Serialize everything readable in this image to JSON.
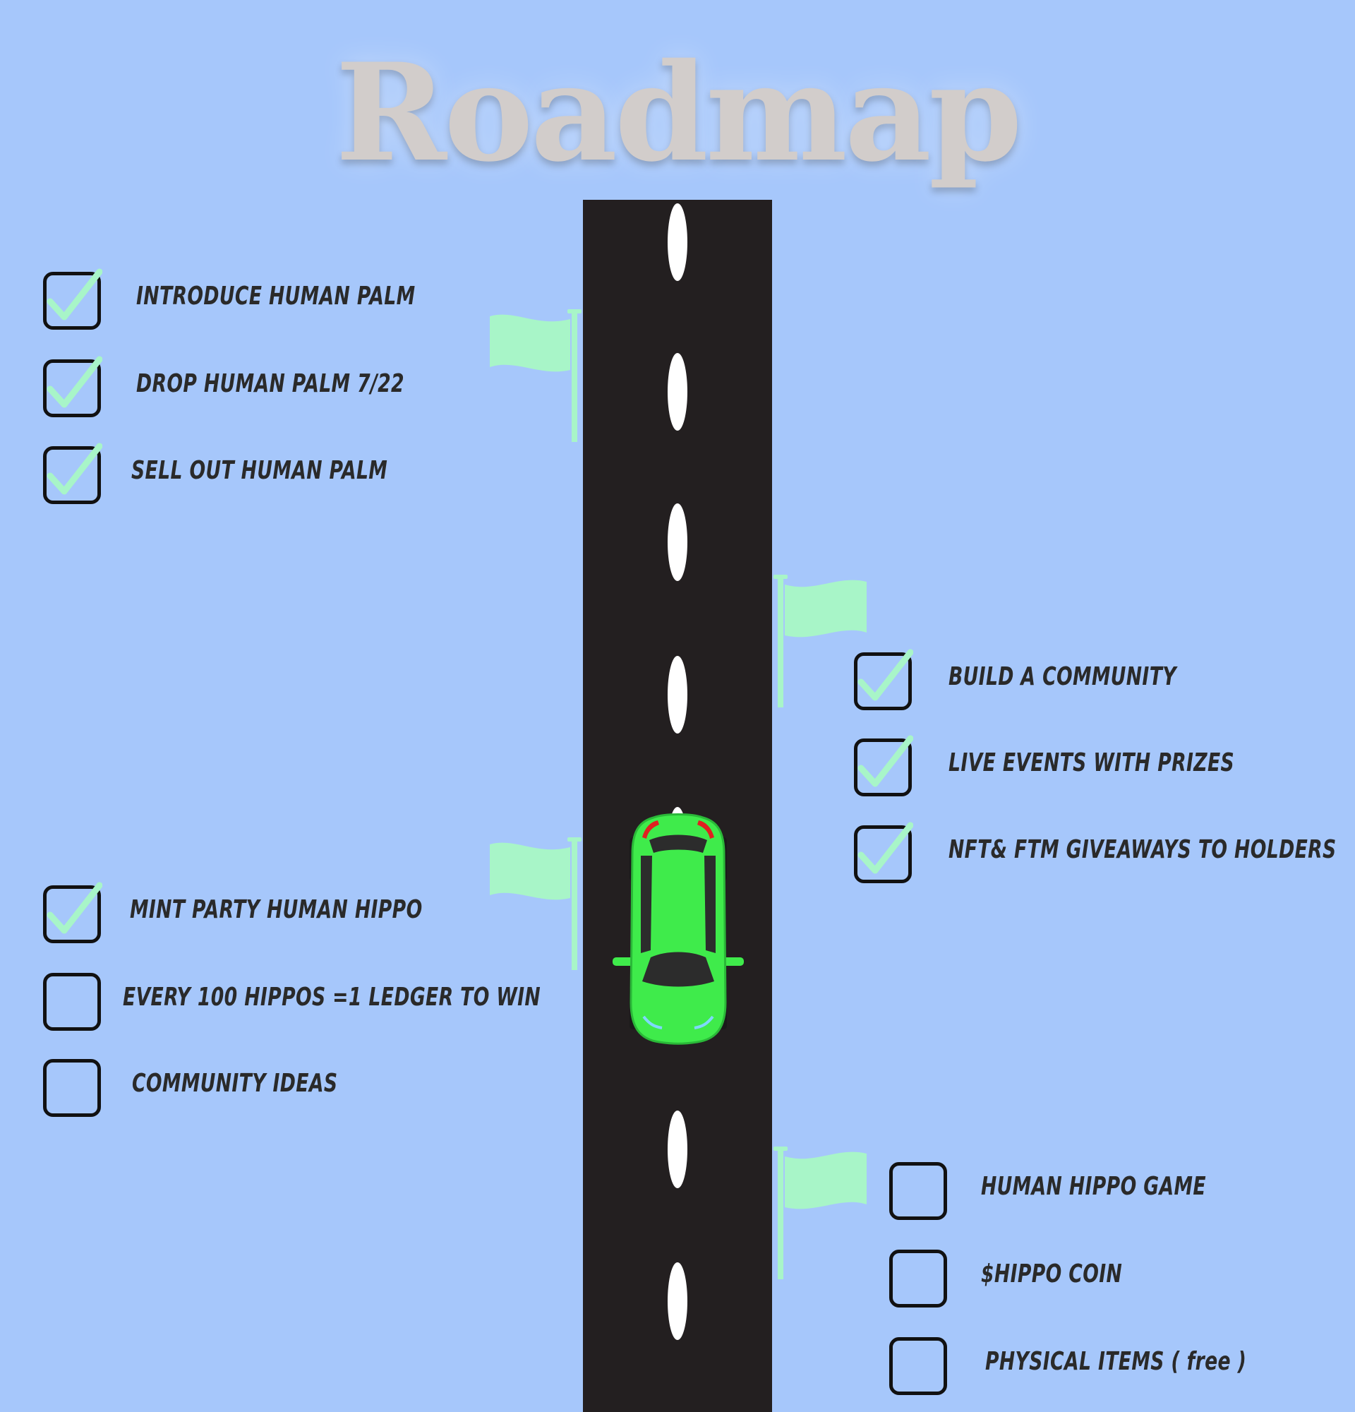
{
  "title": "Roadmap",
  "colors": {
    "background": "#a6c7fb",
    "title": "#d2cdcb",
    "road": "#231f20",
    "road_dash": "#ffffff",
    "flag": "#a8f5c8",
    "check": "#a8f5c8",
    "box_border": "#111111",
    "text": "#2a2a2a",
    "car_body": "#3feb4b",
    "car_glass": "#2c2c2c",
    "car_taillight": "#e02020"
  },
  "phases": [
    {
      "items": [
        {
          "label": "INTRODUCE HUMAN PALM",
          "done": true
        },
        {
          "label": "DROP HUMAN PALM 7/22",
          "done": true
        },
        {
          "label": "SELL OUT HUMAN PALM",
          "done": true
        }
      ]
    },
    {
      "items": [
        {
          "label": "BUILD A COMMUNITY",
          "done": true
        },
        {
          "label": "LIVE EVENTS WITH PRIZES",
          "done": true
        },
        {
          "label": "NFT& FTM GIVEAWAYS TO HOLDERS",
          "done": true
        }
      ]
    },
    {
      "items": [
        {
          "label": "MINT PARTY HUMAN HIPPO",
          "done": true
        },
        {
          "label": "EVERY 100 HIPPOS =1 LEDGER TO WIN",
          "done": false
        },
        {
          "label": "COMMUNITY IDEAS",
          "done": false
        }
      ]
    },
    {
      "items": [
        {
          "label": "HUMAN HIPPO GAME",
          "done": false
        },
        {
          "label": "$HIPPO COIN",
          "done": false
        },
        {
          "label": "PHYSICAL ITEMS ( free )",
          "done": false
        }
      ]
    }
  ],
  "icons": {
    "flag": "flag-icon",
    "check": "checkmark-icon",
    "car": "car-icon"
  }
}
